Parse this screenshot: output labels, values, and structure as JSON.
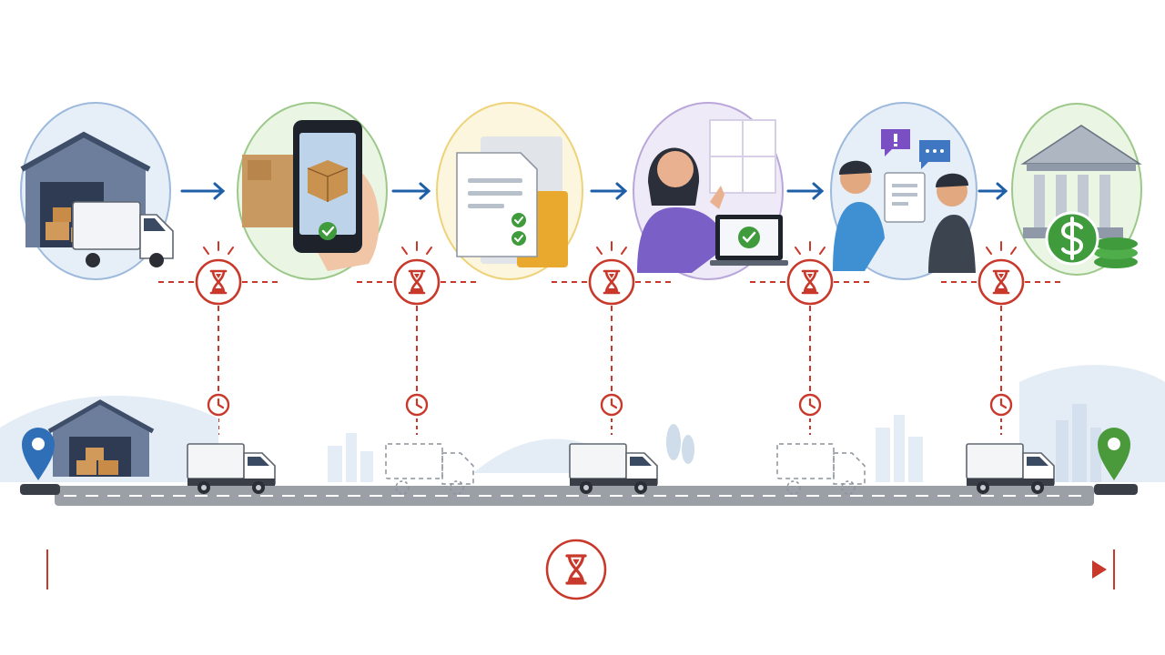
{
  "colors": {
    "accent_red": "#c9392b",
    "arrow_blue": "#1f5fa8",
    "road_gray": "#9aa0a6",
    "pin_blue": "#2f6fb8",
    "pin_green": "#4a9a3b",
    "gradient_mid": "#e8b24a"
  },
  "process_steps": [
    {
      "icon": "warehouse-truck-icon",
      "ring": "#9db9dc",
      "fill": "#e6eef8"
    },
    {
      "icon": "phone-scan-package-icon",
      "ring": "#9cc98a",
      "fill": "#eaf5e4"
    },
    {
      "icon": "documents-checked-icon",
      "ring": "#eed27a",
      "fill": "#fdf6df"
    },
    {
      "icon": "person-laptop-approval-icon",
      "ring": "#b9a6da",
      "fill": "#efeaf8"
    },
    {
      "icon": "people-discussion-icon",
      "ring": "#9db9dc",
      "fill": "#e6eef8"
    },
    {
      "icon": "bank-payment-icon",
      "ring": "#9cc98a",
      "fill": "#eaf5e4"
    }
  ],
  "delay_markers": [
    "hourglass-icon",
    "hourglass-icon",
    "hourglass-icon",
    "hourglass-icon",
    "hourglass-icon"
  ],
  "road_trucks": [
    {
      "icon": "truck-icon",
      "style": "solid"
    },
    {
      "icon": "truck-outline-icon",
      "style": "dashed"
    },
    {
      "icon": "truck-icon",
      "style": "solid"
    },
    {
      "icon": "truck-outline-icon",
      "style": "dashed"
    },
    {
      "icon": "truck-icon",
      "style": "solid"
    }
  ],
  "timeline": {
    "icon": "hourglass-icon"
  }
}
